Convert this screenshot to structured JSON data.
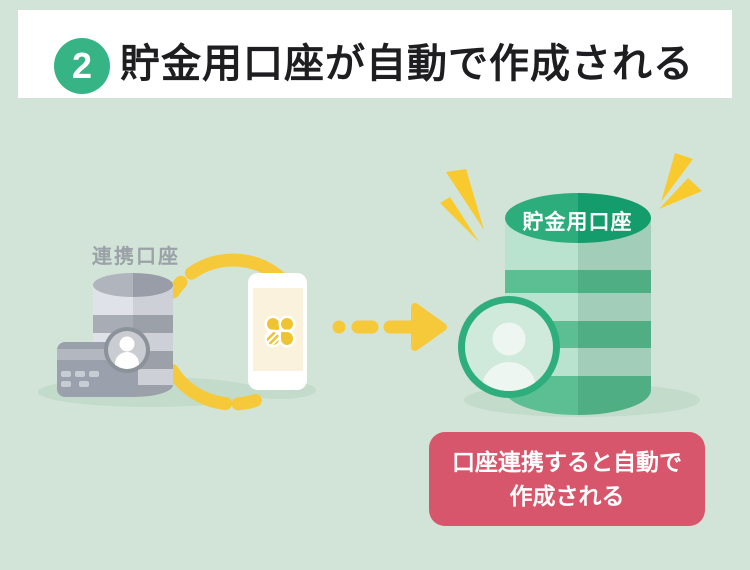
{
  "header": {
    "step_number": "2",
    "title": "貯金用口座が自動で作成される",
    "badge_color": "#36b486",
    "bar_color": "#ffffff",
    "title_color": "#1e1e20"
  },
  "illustration": {
    "background_color": "#d2e4d8",
    "linked_account": {
      "label": "連携口座",
      "label_color": "#9aa1a7",
      "cylinder_colors": {
        "top": "#a9adb5",
        "band_light": "#dfe2e8",
        "band_dark": "#a8acb5"
      },
      "card_color": "#9aa0ac",
      "avatar_ring": "#8c929a"
    },
    "phone": {
      "body_color": "#ffffff",
      "screen_color": "#faf2dc",
      "logo_color": "#f0c330"
    },
    "sync_ring_color": "#f6c93a",
    "arrow_color": "#f6c93a",
    "sparkle_color": "#f8ca2e",
    "savings_account": {
      "label": "貯金用口座",
      "label_color": "#ffffff",
      "cylinder_colors": {
        "top": "#2ead7c",
        "band_light": "#b9e3cf",
        "band_dark": "#5cbf93"
      },
      "avatar_ring": "#2fae7d",
      "avatar_fill": "#cfe9da"
    },
    "callout": {
      "line1": "口座連携すると自動で",
      "line2": "作成される",
      "background_color": "#d8566b",
      "text_color": "#ffffff"
    },
    "shadow_color": "#c2dbca"
  }
}
